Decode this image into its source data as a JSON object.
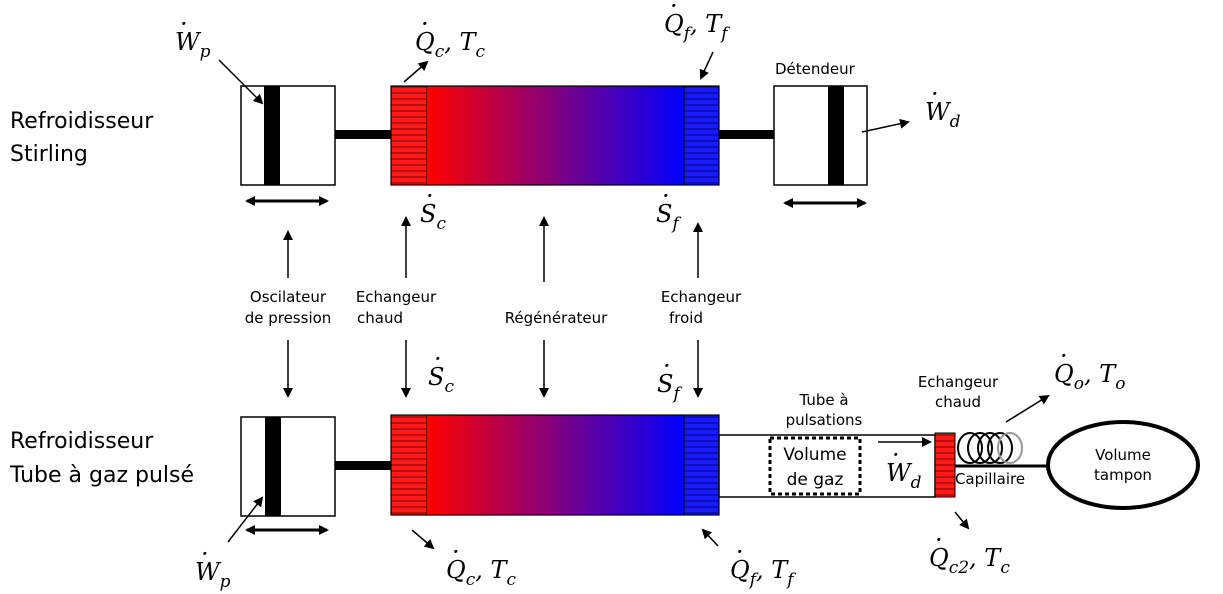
{
  "colors": {
    "hot_exchanger": "#ff1a1a",
    "cold_exchanger": "#1a1aff",
    "regenerator_hot": "#ff0000",
    "regenerator_mid": "#800080",
    "regenerator_cold": "#0000ff",
    "lines": "#000000"
  },
  "stirling": {
    "title_line1": "Refroidisseur",
    "title_line2": "Stirling",
    "detendeur_label": "Détendeur",
    "wp": {
      "sym": "W",
      "sub": "p"
    },
    "qc": {
      "sym": "Q",
      "sub": "c",
      "tsym": "T",
      "tsub": "c"
    },
    "qf": {
      "sym": "Q",
      "sub": "f",
      "tsym": "T",
      "tsub": "f"
    },
    "wd": {
      "sym": "W",
      "sub": "d"
    },
    "sc": {
      "sym": "S",
      "sub": "c"
    },
    "sf": {
      "sym": "S",
      "sub": "f"
    }
  },
  "middle": {
    "oscillateur_line1": "Oscilateur",
    "oscillateur_line2": "de pression",
    "echangeur_chaud_line1": "Echangeur",
    "echangeur_chaud_line2": "chaud",
    "regenerateur": "Régénérateur",
    "echangeur_froid_line1": "Echangeur",
    "echangeur_froid_line2": "froid"
  },
  "pulse": {
    "title_line1": "Refroidisseur",
    "title_line2": "Tube à gaz pulsé",
    "sc": {
      "sym": "S",
      "sub": "c"
    },
    "sf": {
      "sym": "S",
      "sub": "f"
    },
    "tube_line1": "Tube à",
    "tube_line2": "pulsations",
    "volume_gaz_line1": "Volume",
    "volume_gaz_line2": "de gaz",
    "wd": {
      "sym": "W",
      "sub": "d"
    },
    "echangeur_line1": "Echangeur",
    "echangeur_line2": "chaud",
    "capillaire": "Capillaire",
    "volume_tampon_line1": "Volume",
    "volume_tampon_line2": "tampon",
    "qo": {
      "sym": "Q",
      "sub": "o",
      "tsym": "T",
      "tsub": "o"
    },
    "qc2": {
      "sym": "Q",
      "sub": "c2",
      "tsym": "T",
      "tsub": "c"
    },
    "wp": {
      "sym": "W",
      "sub": "p"
    },
    "qc": {
      "sym": "Q",
      "sub": "c",
      "tsym": "T",
      "tsub": "c"
    },
    "qf": {
      "sym": "Q",
      "sub": "f",
      "tsym": "T",
      "tsub": "f"
    }
  }
}
